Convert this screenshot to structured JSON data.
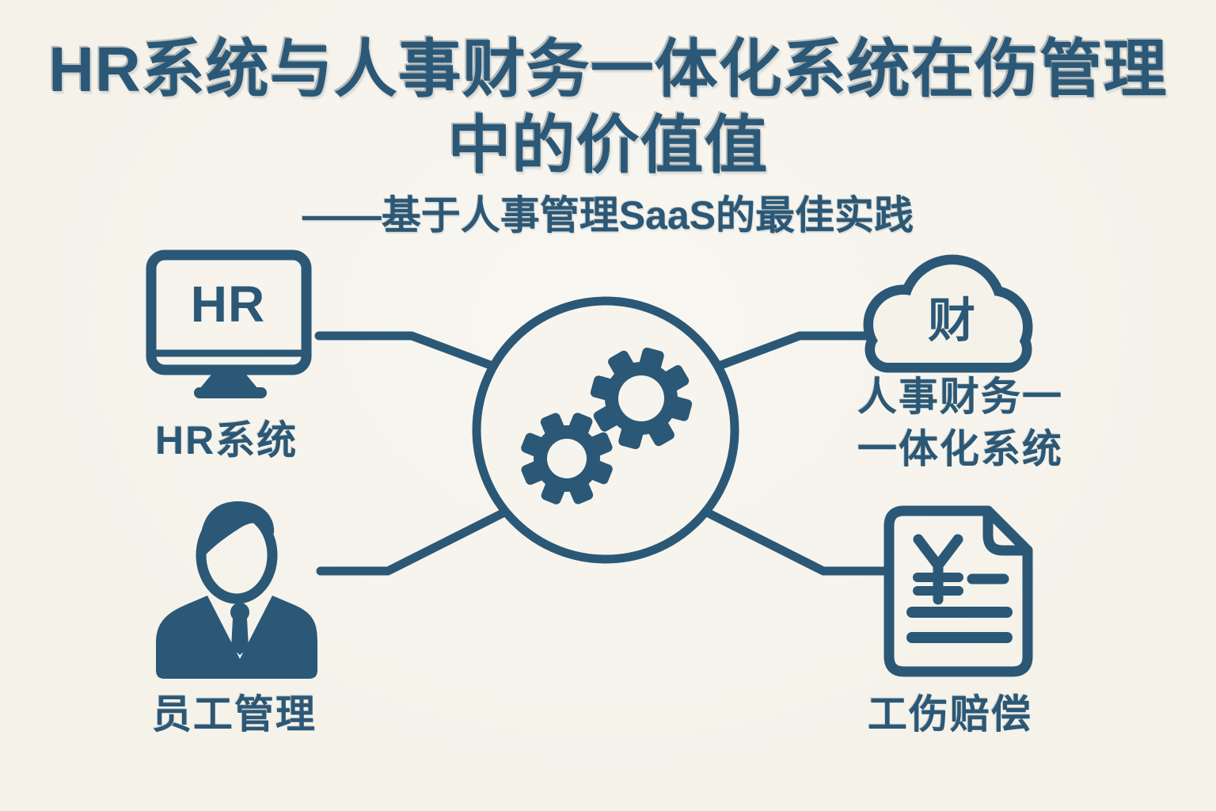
{
  "colors": {
    "accent": "#2b5876",
    "background": "#f5f2ea"
  },
  "header": {
    "title_line1": "HR系统与人事财务一体化系统在伤管理",
    "title_line2": "中的价值值",
    "subtitle": "——基于人事管理SaaS的最佳实践"
  },
  "diagram": {
    "center": {
      "icon": "gears-in-circle-icon"
    },
    "nodes": [
      {
        "id": "hr-system",
        "position": "top-left",
        "icon": "monitor-icon",
        "icon_text": "HR",
        "label": "HR系统"
      },
      {
        "id": "hr-finance-integrated-system",
        "position": "top-right",
        "icon": "cloud-icon",
        "icon_text": "财",
        "label_line1": "人事财务一",
        "label_line2": "一体化系统"
      },
      {
        "id": "employee-management",
        "position": "bottom-left",
        "icon": "person-icon",
        "label": "员工管理"
      },
      {
        "id": "injury-compensation",
        "position": "bottom-right",
        "icon": "document-yen-icon",
        "icon_symbol": "¥",
        "label": "工伤赔偿"
      }
    ]
  }
}
